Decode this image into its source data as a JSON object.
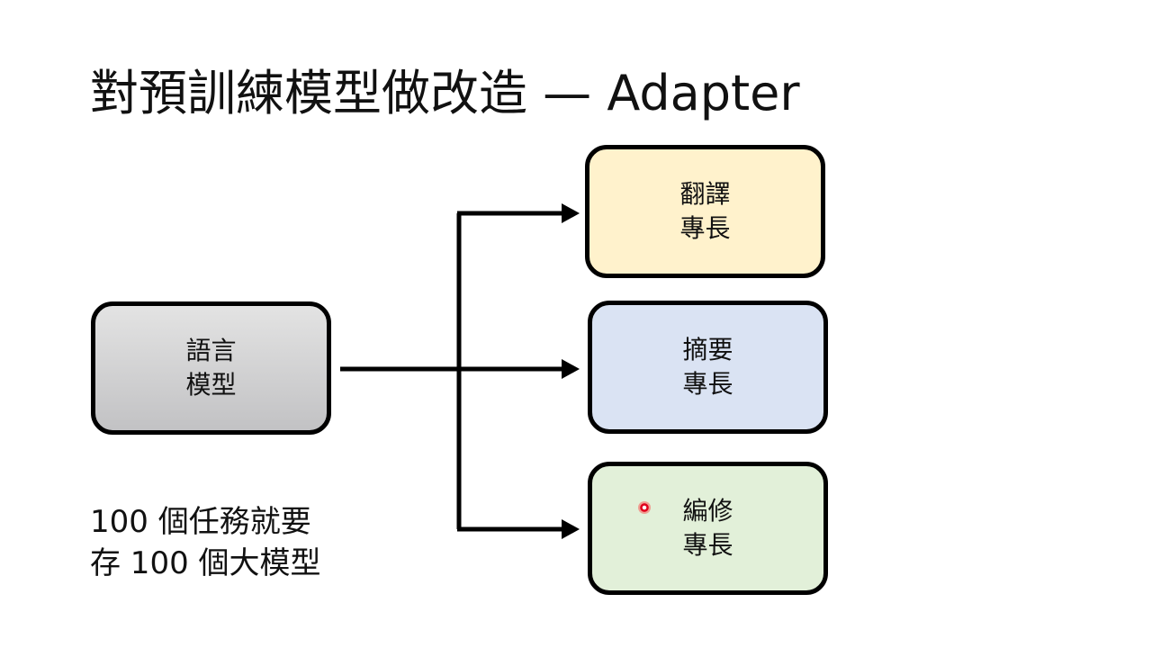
{
  "slide": {
    "title": "對預訓練模型做改造 — Adapter"
  },
  "boxes": {
    "language_model": {
      "line1": "語言",
      "line2": "模型",
      "fill": "#c8c8ca"
    },
    "translation": {
      "line1": "翻譯",
      "line2": "專長",
      "fill": "#fff2cc"
    },
    "summary": {
      "line1": "摘要",
      "line2": "專長",
      "fill": "#dae3f3"
    },
    "editing": {
      "line1": "編修",
      "line2": "專長",
      "fill": "#e2f0d9"
    }
  },
  "note": {
    "line1": "100 個任務就要",
    "line2": "存 100 個大模型"
  },
  "colors": {
    "border": "#000000",
    "pointer": "#e0001b"
  }
}
